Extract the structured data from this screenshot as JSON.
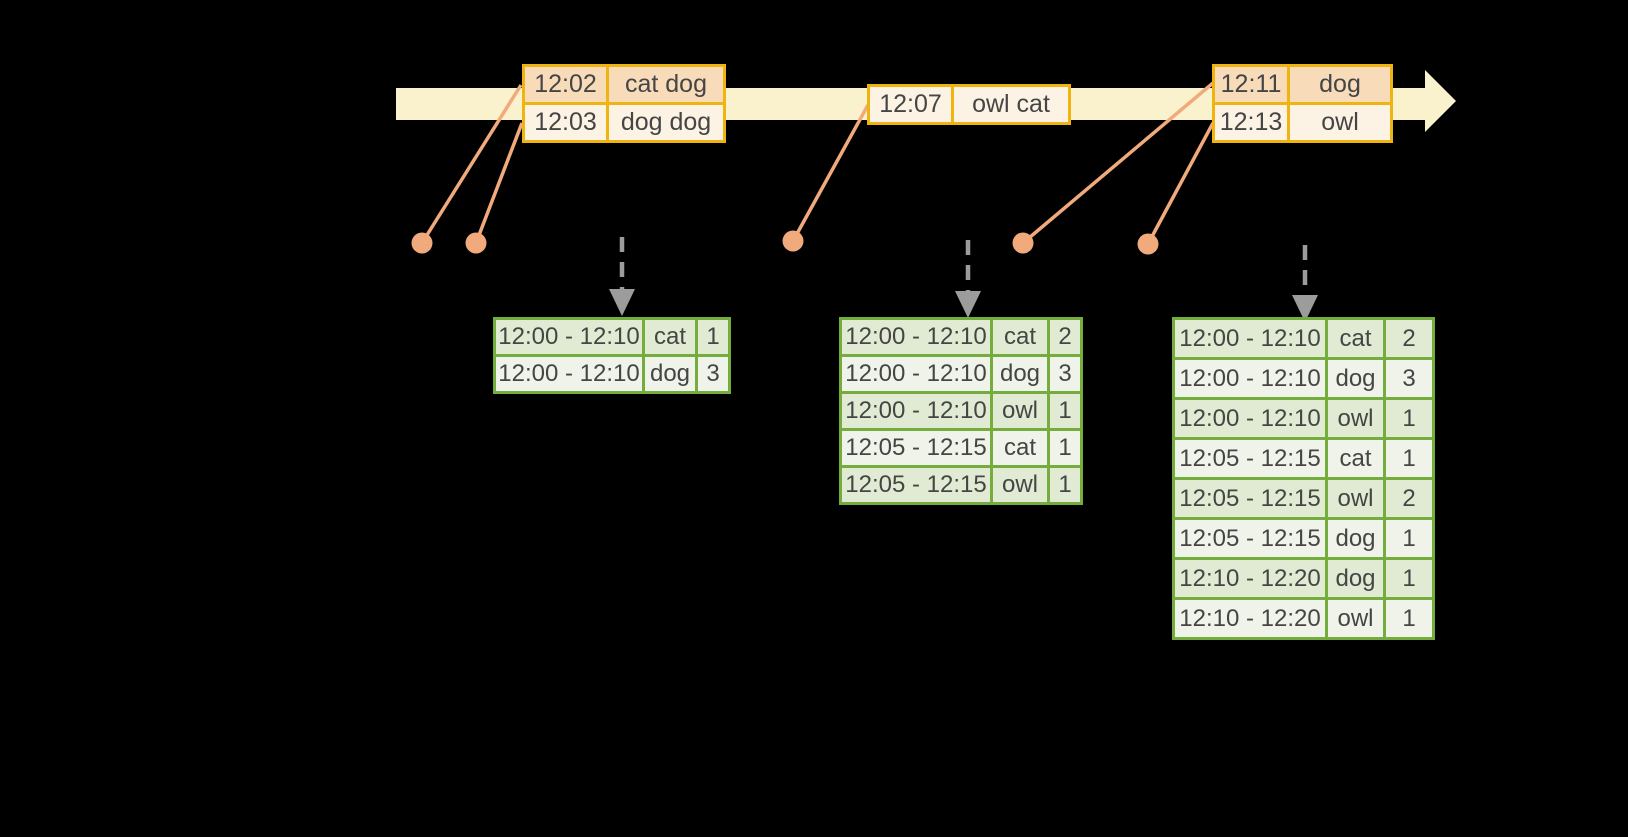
{
  "colors": {
    "timeline_fill": "#FAF1CD",
    "event_border": "#F0B411",
    "event_row_dark": "#F8DCBA",
    "event_row_light": "#FDF3E5",
    "connector": "#F1AA7C",
    "trigger_arrow": "#9C9C9C",
    "result_border": "#74AC3E",
    "result_row_dark": "#E1EBD3",
    "result_row_light": "#EFF3E9",
    "text": "#454545",
    "background": "#000000"
  },
  "event_tables": [
    {
      "rows": [
        {
          "time": "12:02",
          "words": "cat dog"
        },
        {
          "time": "12:03",
          "words": "dog dog"
        }
      ]
    },
    {
      "rows": [
        {
          "time": "12:07",
          "words": "owl cat"
        }
      ]
    },
    {
      "rows": [
        {
          "time": "12:11",
          "words": "dog"
        },
        {
          "time": "12:13",
          "words": "owl"
        }
      ]
    }
  ],
  "result_tables": [
    {
      "rows": [
        {
          "window": "12:00 - 12:10",
          "word": "cat",
          "count": "1"
        },
        {
          "window": "12:00 - 12:10",
          "word": "dog",
          "count": "3"
        }
      ]
    },
    {
      "rows": [
        {
          "window": "12:00 - 12:10",
          "word": "cat",
          "count": "2"
        },
        {
          "window": "12:00 - 12:10",
          "word": "dog",
          "count": "3"
        },
        {
          "window": "12:00 - 12:10",
          "word": "owl",
          "count": "1"
        },
        {
          "window": "12:05 - 12:15",
          "word": "cat",
          "count": "1"
        },
        {
          "window": "12:05 - 12:15",
          "word": "owl",
          "count": "1"
        }
      ]
    },
    {
      "rows": [
        {
          "window": "12:00 - 12:10",
          "word": "cat",
          "count": "2"
        },
        {
          "window": "12:00 - 12:10",
          "word": "dog",
          "count": "3"
        },
        {
          "window": "12:00 - 12:10",
          "word": "owl",
          "count": "1"
        },
        {
          "window": "12:05 - 12:15",
          "word": "cat",
          "count": "1"
        },
        {
          "window": "12:05 - 12:15",
          "word": "owl",
          "count": "2"
        },
        {
          "window": "12:05 - 12:15",
          "word": "dog",
          "count": "1"
        },
        {
          "window": "12:10 - 12:20",
          "word": "dog",
          "count": "1"
        },
        {
          "window": "12:10 - 12:20",
          "word": "owl",
          "count": "1"
        }
      ]
    }
  ]
}
